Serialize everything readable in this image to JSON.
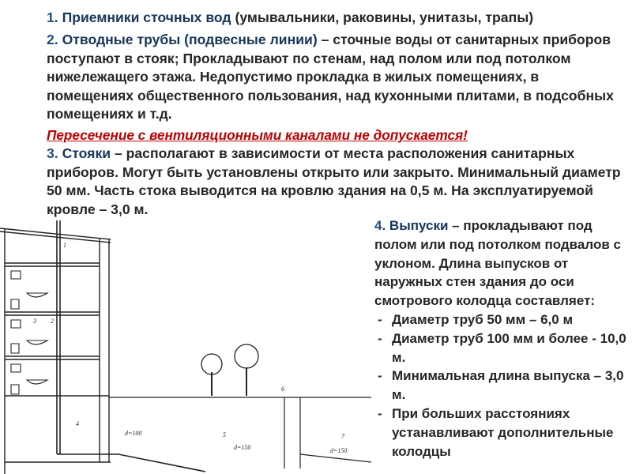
{
  "item1": {
    "number": "1.",
    "term": "Приемники сточных вод",
    "text": " (умывальники, раковины, унитазы, трапы)"
  },
  "item2": {
    "number": "2.",
    "term": "Отводные трубы (подвесные линии)",
    "text": " – сточные воды от санитарных приборов поступают в стояк; Прокладывают  по стенам, над полом или под потолком нижележащего этажа. Недопустимо прокладка в жилых помещениях, в помещениях общественного пользования, над кухонными плитами, в подсобных помещениях и т.д."
  },
  "warning": "Пересечение с вентиляционными каналами не допускается!",
  "item3": {
    "number": "3.",
    "term": "Стояки",
    "text": " – располагают в зависимости от места расположения санитарных приборов. Могут быть установлены открыто или закрыто. Минимальный диаметр 50 мм. Часть стока выводится на кровлю здания на 0,5 м. На эксплуатируемой кровле – 3,0 м."
  },
  "item4": {
    "number": "4.",
    "term": "Выпуски",
    "text": " – прокладывают под полом или под потолком подвалов с уклоном. Длина выпусков от наружных стен здания до оси смотрового колодца составляет:",
    "bullets": [
      "Диаметр труб 50 мм – 6,0 м",
      "Диаметр труб 100 мм и более - 10,0 м.",
      "Минимальная длина выпуска – 3,0 м.",
      "При больших расстояниях устанавливают дополнительные колодцы"
    ]
  },
  "drawing": {
    "labels": {
      "l1": "1",
      "l2": "2",
      "l3": "3",
      "l4": "4",
      "l5": "5",
      "l6": "6",
      "l7": "7",
      "d100": "d=100",
      "d150a": "d=150",
      "d150b": "d=150"
    }
  }
}
